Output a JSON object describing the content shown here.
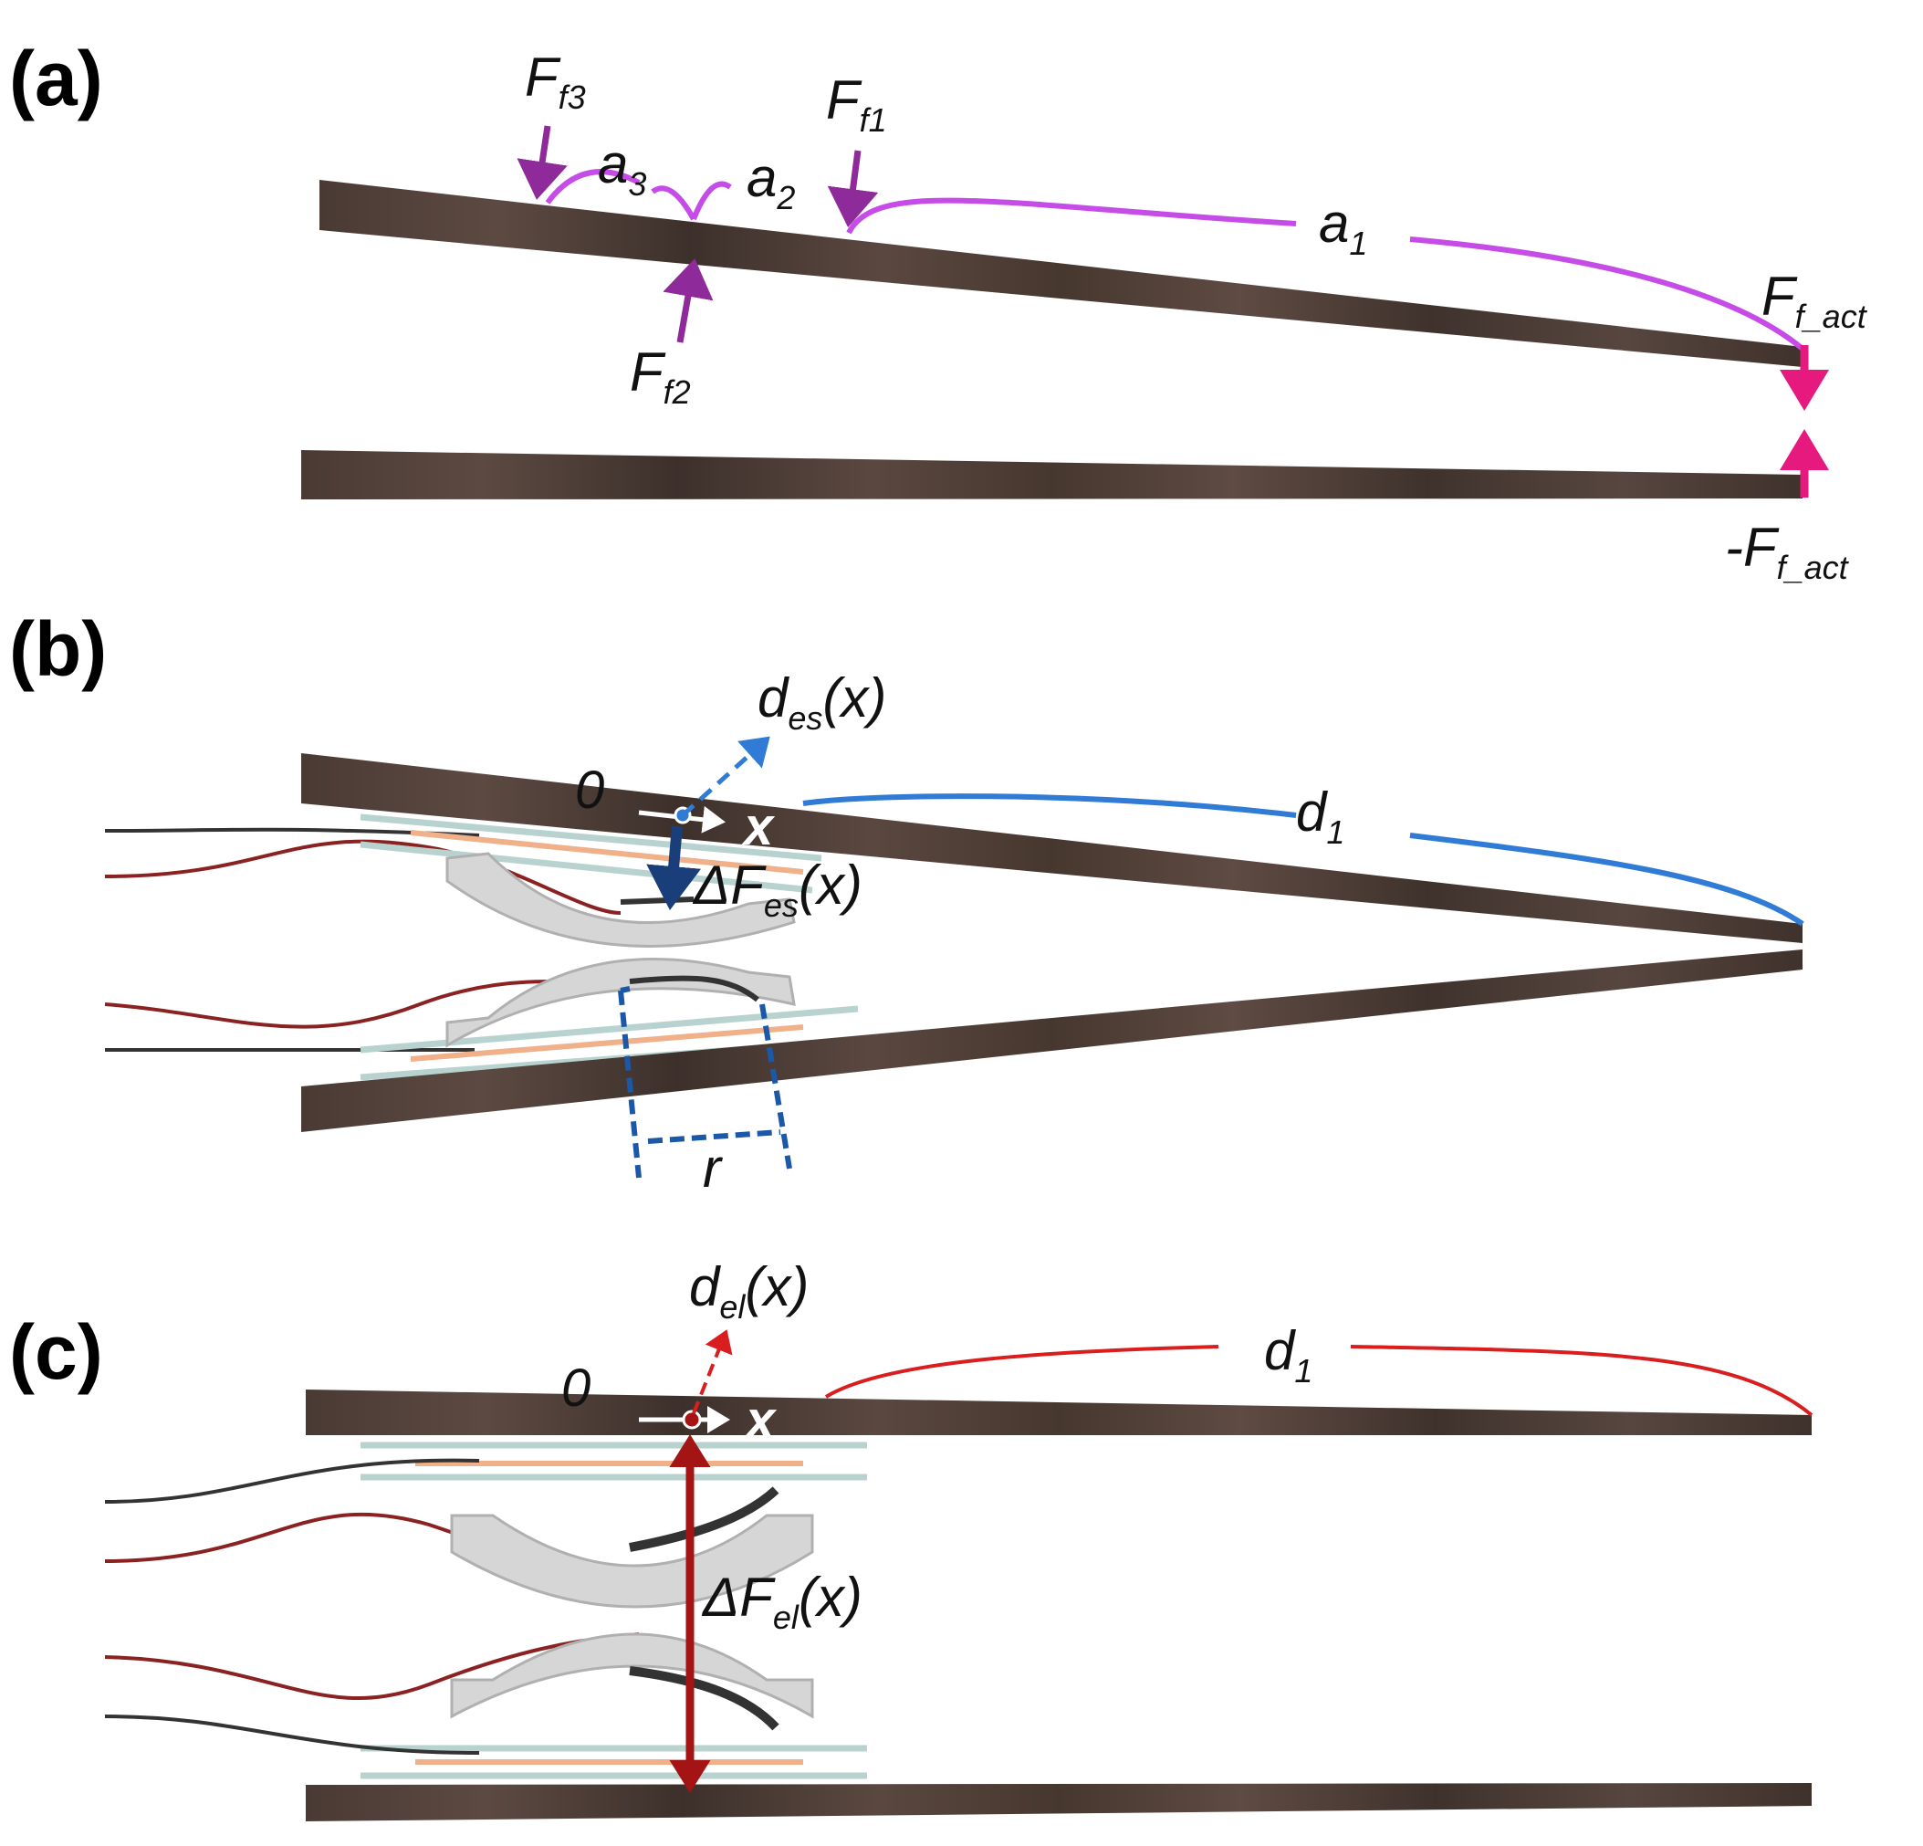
{
  "panels": {
    "a": {
      "tag": "(a)",
      "ff3": {
        "main": "F",
        "sub": "f3"
      },
      "ff2": {
        "main": "F",
        "sub": "f2"
      },
      "ff1": {
        "main": "F",
        "sub": "f1"
      },
      "a3": {
        "main": "a",
        "sub": "3"
      },
      "a2": {
        "main": "a",
        "sub": "2"
      },
      "a1": {
        "main": "a",
        "sub": "1"
      },
      "ffact": {
        "main": "F",
        "sub": "f_act"
      },
      "neg_ffact": {
        "main": "-F",
        "sub": "f_act"
      }
    },
    "b": {
      "tag": "(b)",
      "des": {
        "main": "d",
        "sub": "es",
        "tail": "(x)"
      },
      "zero": "0",
      "x": "x",
      "d1": {
        "main": "d",
        "sub": "1"
      },
      "dfes": {
        "main": "ΔF",
        "sub": "es",
        "tail": "(x)"
      },
      "r": "r"
    },
    "c": {
      "tag": "(c)",
      "del": {
        "main": "d",
        "sub": "el",
        "tail": "(x)"
      },
      "zero": "0",
      "x": "x",
      "d1": {
        "main": "d",
        "sub": "1"
      },
      "dfel": {
        "main": "ΔF",
        "sub": "el",
        "tail": "(x)"
      }
    }
  },
  "colors": {
    "beam": "#4b3b35",
    "force_a": "#8e2a9a",
    "arc_a": "#c64ce8",
    "tip_force": "#e6197e",
    "blue": "#2f7bd6",
    "dark_blue": "#1a3e7a",
    "red": "#d81e1e",
    "dark_red": "#a41414",
    "electrode_gray": "#d6d6d6",
    "film_teal": "#b8d3cf",
    "film_orange": "#f0b089",
    "wire_dark": "#333333",
    "wire_red": "#8b2222"
  }
}
